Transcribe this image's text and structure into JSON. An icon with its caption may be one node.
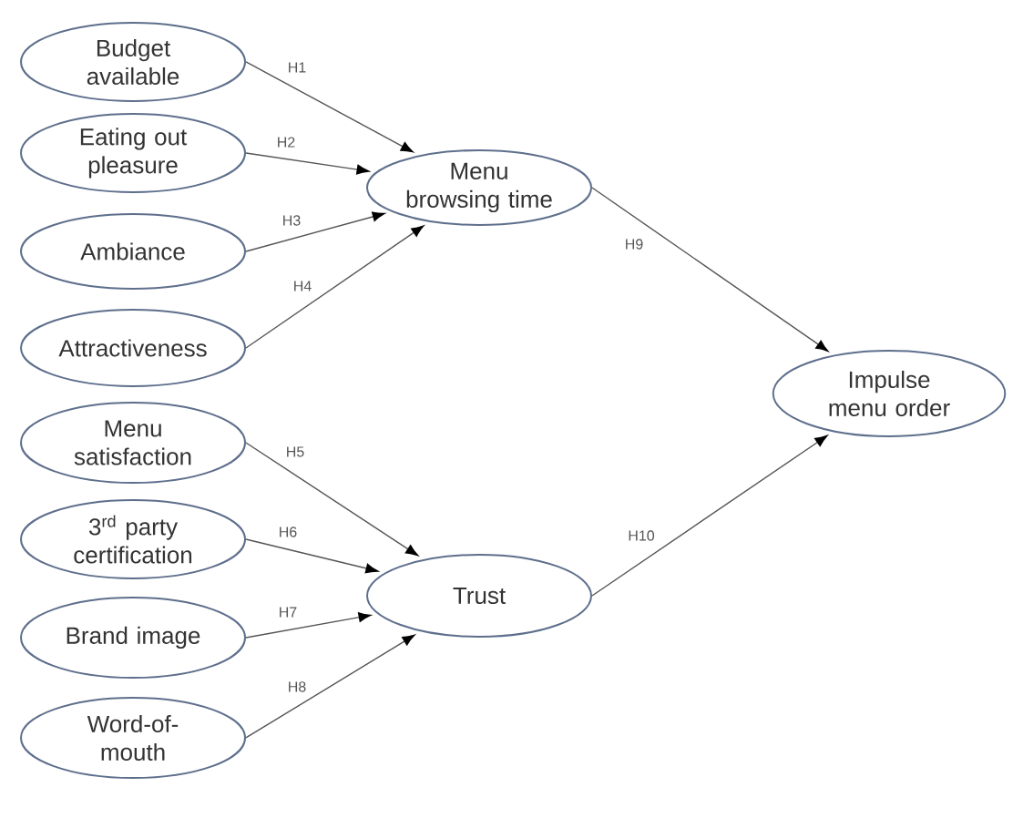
{
  "diagram": {
    "nodes": [
      {
        "text": [
          "Budget available"
        ]
      },
      {
        "text": [
          "Eating out pleasure"
        ]
      },
      {
        "text": [
          "Ambiance"
        ]
      },
      {
        "text": [
          "Attractiveness"
        ]
      },
      {
        "text": [
          "Menu satisfaction"
        ]
      },
      {
        "text": [
          "3$^{rd}$ party certification"
        ]
      },
      {
        "text": [
          "Brand image"
        ]
      },
      {
        "text": [
          "Word-of-mouth"
        ]
      },
      {
        "text": [
          "Menu browsing time"
        ]
      },
      {
        "text": [
          "Trust"
        ]
      },
      {
        "text": [
          "Impulse menu order"
        ]
      }
    ],
    "edges": [
      {
        "from": 0,
        "to": 8,
        "arrow": "to",
        "label": "H1"
      },
      {
        "from": 1,
        "to": 8,
        "arrow": "to",
        "label": "H2"
      },
      {
        "from": 2,
        "to": 8,
        "arrow": "to",
        "label": "H3"
      },
      {
        "from": 3,
        "to": 8,
        "arrow": "to",
        "label": "H4"
      },
      {
        "from": 4,
        "to": 9,
        "arrow": "to",
        "label": "H5"
      },
      {
        "from": 5,
        "to": 9,
        "arrow": "to",
        "label": "H6"
      },
      {
        "from": 6,
        "to": 9,
        "arrow": "to",
        "label": "H7"
      },
      {
        "from": 7,
        "to": 9,
        "arrow": "to",
        "label": "H8"
      },
      {
        "from": 8,
        "to": 10,
        "arrow": "to",
        "label": "H9"
      },
      {
        "from": 9,
        "to": 10,
        "arrow": "to",
        "label": "H10"
      }
    ]
  }
}
